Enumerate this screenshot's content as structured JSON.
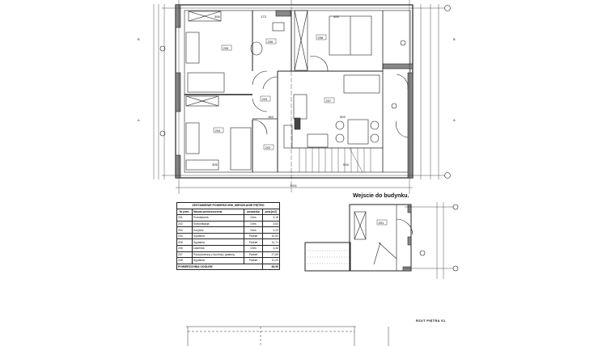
{
  "main_plan": {
    "rooms": [
      {
        "number": "205"
      },
      {
        "number": "206"
      },
      {
        "number": "208"
      },
      {
        "number": "203"
      },
      {
        "number": "207"
      },
      {
        "number": "204"
      },
      {
        "number": "202"
      }
    ],
    "overall_dimension": "1104",
    "dims": {
      "top_left": "306",
      "top_mid": "173",
      "bed": "406",
      "hall": "163",
      "kitchen": "509",
      "stairs": "518",
      "bottom_left": "306"
    }
  },
  "area_table": {
    "title": "ZESTAWIENIE POWIERZCHNI_MIESZKANIE PIĘTRO",
    "headers": [
      "Nr pom.",
      "Nazwa pomieszczenia",
      "posadzka",
      "pow.[m2]"
    ],
    "rows": [
      [
        "201",
        "Przedsionek",
        "Gres",
        "3,15"
      ],
      [
        "202",
        "Komunikacja",
        "Gres",
        "3,63"
      ],
      [
        "203",
        "Korytarz",
        "Gres",
        "4,23"
      ],
      [
        "204",
        "Sypialnia",
        "Parkiet",
        "10,53"
      ],
      [
        "205",
        "Sypialnia",
        "Parkiet",
        "11,71"
      ],
      [
        "206",
        "Łazienka",
        "Gres",
        "4,48"
      ],
      [
        "207",
        "Pokój dzienny z kuchnią i jadalnią",
        "Parkiet",
        "17,89"
      ],
      [
        "208",
        "Sypialnia",
        "Parkiet",
        "11,20"
      ]
    ],
    "total_label": "POWIERZCHNIA OGÓŁEM",
    "total_value": "66,95"
  },
  "entry_plan": {
    "title": "Wejscie do budynku.",
    "room": "201"
  },
  "sheet_label": "RZUT PIĘTRA S1"
}
